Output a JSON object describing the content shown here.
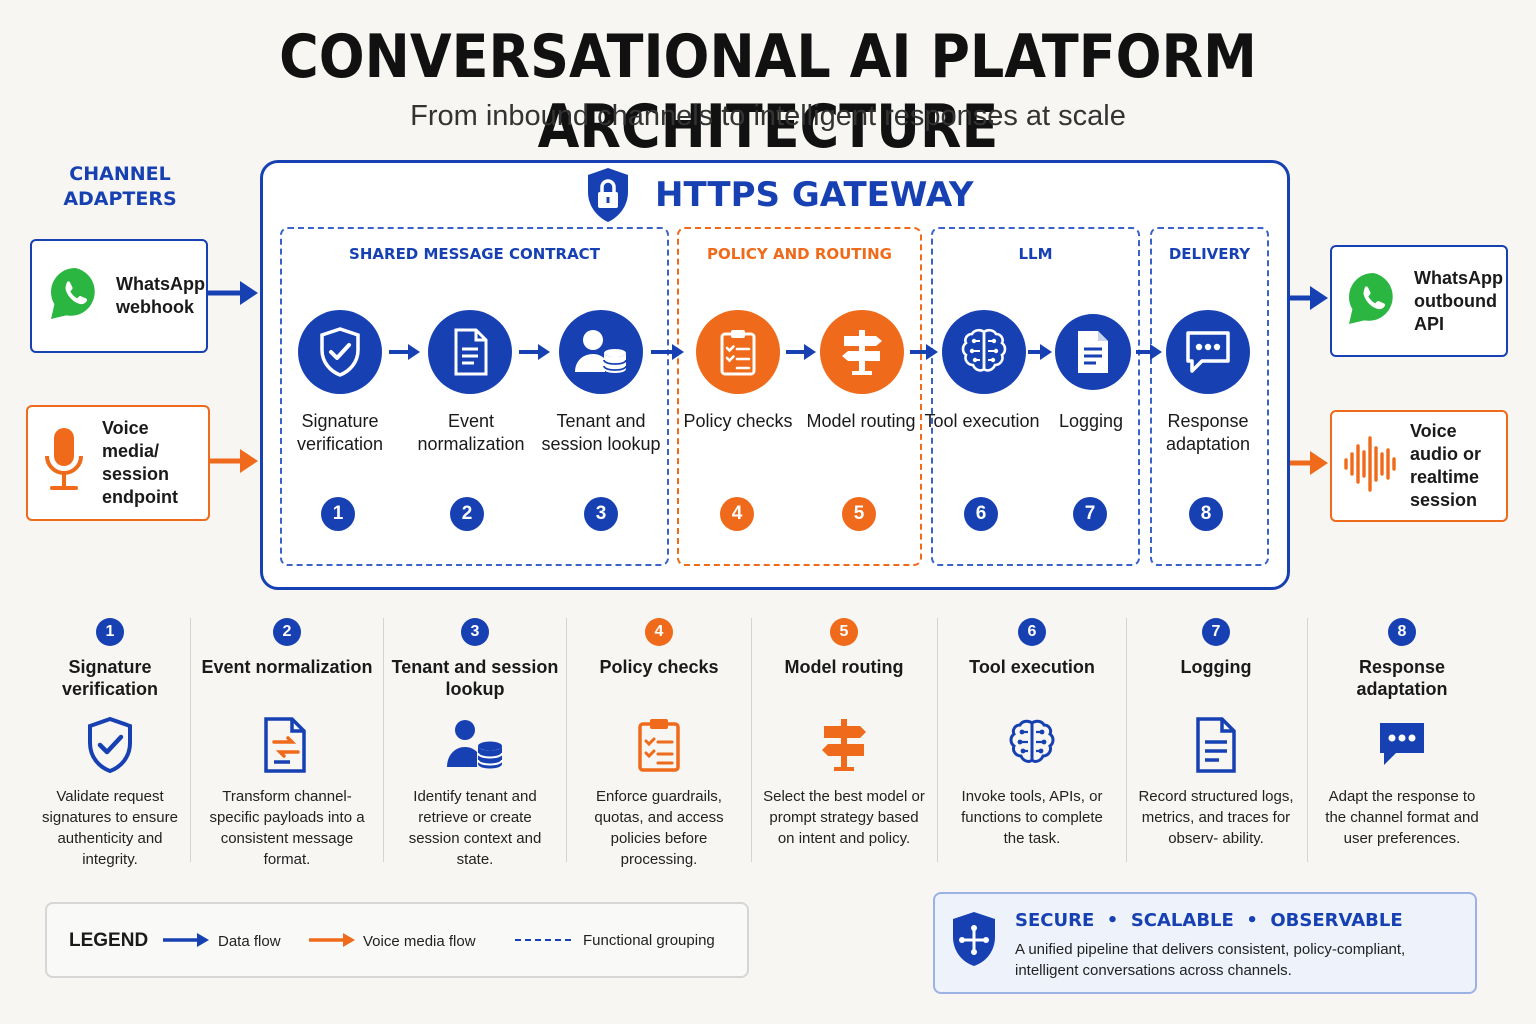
{
  "header": {
    "title": "CONVERSATIONAL AI PLATFORM ARCHITECTURE",
    "subtitle": "From inbound channels to intelligent responses at scale"
  },
  "channel_adapters": {
    "title": "CHANNEL ADAPTERS",
    "inbound": [
      {
        "label": "WhatsApp webhook",
        "icon": "whatsapp-icon"
      },
      {
        "label": "Voice media/ session endpoint",
        "icon": "microphone-icon"
      }
    ],
    "outbound": [
      {
        "label": "WhatsApp outbound API",
        "icon": "whatsapp-icon"
      },
      {
        "label": "Voice audio or realtime session",
        "icon": "sound-wave-icon"
      }
    ]
  },
  "gateway": {
    "title": "HTTPS GATEWAY",
    "icon": "lock-shield-icon",
    "groups": [
      {
        "title": "SHARED MESSAGE CONTRACT",
        "color": "#1741b3"
      },
      {
        "title": "POLICY AND ROUTING",
        "color": "#ef6a1a"
      },
      {
        "title": "LLM",
        "color": "#1741b3"
      },
      {
        "title": "DELIVERY",
        "color": "#1741b3"
      }
    ],
    "steps": [
      {
        "num": "1",
        "label": "Signature verification",
        "icon": "shield-check-icon",
        "color": "#1741b3"
      },
      {
        "num": "2",
        "label": "Event normalization",
        "icon": "document-icon",
        "color": "#1741b3"
      },
      {
        "num": "3",
        "label": "Tenant and session lookup",
        "icon": "user-database-icon",
        "color": "#1741b3"
      },
      {
        "num": "4",
        "label": "Policy checks",
        "icon": "clipboard-checklist-icon",
        "color": "#ef6a1a"
      },
      {
        "num": "5",
        "label": "Model routing",
        "icon": "signpost-icon",
        "color": "#ef6a1a"
      },
      {
        "num": "6",
        "label": "Tool execution",
        "icon": "brain-circuit-icon",
        "color": "#1741b3"
      },
      {
        "num": "7",
        "label": "Logging",
        "icon": "log-file-icon",
        "color": "#1741b3"
      },
      {
        "num": "8",
        "label": "Response adaptation",
        "icon": "chat-bubble-icon",
        "color": "#1741b3"
      }
    ]
  },
  "details": [
    {
      "num": "1",
      "title": "Signature verification",
      "desc": "Validate request signatures to ensure authenticity and integrity.",
      "color": "#1741b3"
    },
    {
      "num": "2",
      "title": "Event normalization",
      "desc": "Transform channel-specific payloads into a consistent message format.",
      "color": "#1741b3"
    },
    {
      "num": "3",
      "title": "Tenant and session lookup",
      "desc": "Identify tenant and retrieve or create session context and state.",
      "color": "#1741b3"
    },
    {
      "num": "4",
      "title": "Policy checks",
      "desc": "Enforce guardrails, quotas, and access policies before processing.",
      "color": "#ef6a1a"
    },
    {
      "num": "5",
      "title": "Model routing",
      "desc": "Select the best model or prompt strategy based on intent and policy.",
      "color": "#ef6a1a"
    },
    {
      "num": "6",
      "title": "Tool execution",
      "desc": "Invoke tools, APIs, or functions to complete the task.",
      "color": "#1741b3"
    },
    {
      "num": "7",
      "title": "Logging",
      "desc": "Record structured logs, metrics, and traces for observ- ability.",
      "color": "#1741b3"
    },
    {
      "num": "8",
      "title": "Response adaptation",
      "desc": "Adapt the response to the channel format and user preferences.",
      "color": "#1741b3"
    }
  ],
  "legend": {
    "title": "LEGEND",
    "data_flow": "Data flow",
    "voice_flow": "Voice media flow",
    "grouping": "Functional grouping"
  },
  "summary": {
    "headline": "SECURE  •  SCALABLE  •  OBSERVABLE",
    "text": "A unified pipeline that delivers consistent, policy-compliant, intelligent conversations across channels."
  }
}
